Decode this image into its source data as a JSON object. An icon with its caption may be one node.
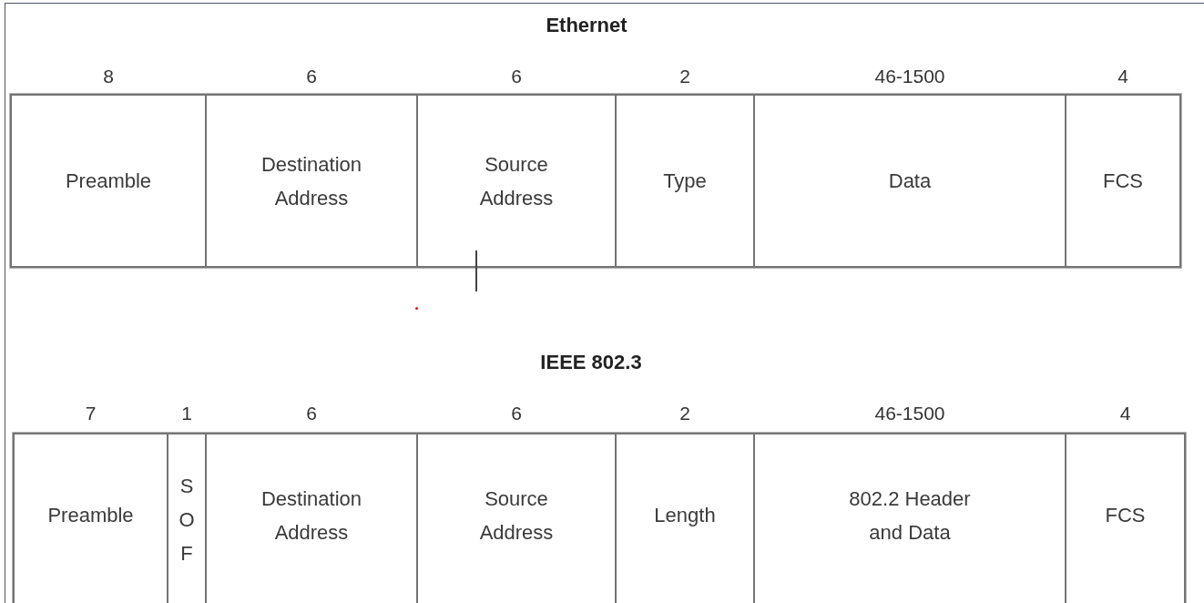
{
  "diagram": {
    "nodes": [
      {
        "text": [
          "Ethernet"
        ]
      },
      {
        "text": [
          "Preamble"
        ],
        "in": 0,
        "beside": [
          "8"
        ]
      },
      {
        "text": [
          "Destination Address"
        ],
        "in": 0,
        "beside": [
          "6"
        ]
      },
      {
        "text": [
          "Source Address"
        ],
        "in": 0,
        "beside": [
          "6"
        ]
      },
      {
        "text": [
          "Type"
        ],
        "in": 0,
        "beside": [
          "2"
        ]
      },
      {
        "text": [
          "Data"
        ],
        "in": 0,
        "beside": [
          "46-1500"
        ]
      },
      {
        "text": [
          "FCS"
        ],
        "in": 0,
        "beside": [
          "4"
        ]
      },
      {
        "text": [
          "IEEE 802.3"
        ]
      },
      {
        "text": [
          "Preamble"
        ],
        "in": 7,
        "beside": [
          "7"
        ]
      },
      {
        "text": [
          "S O F"
        ],
        "in": 7,
        "beside": [
          "1"
        ]
      },
      {
        "text": [
          "Destination Address"
        ],
        "in": 7,
        "beside": [
          "6"
        ]
      },
      {
        "text": [
          "Source Address"
        ],
        "in": 7,
        "beside": [
          "6"
        ]
      },
      {
        "text": [
          "Length"
        ],
        "in": 7,
        "beside": [
          "2"
        ]
      },
      {
        "text": [
          "802.2 Header and Data"
        ],
        "in": 7,
        "beside": [
          "46-1500"
        ]
      },
      {
        "text": [
          "FCS"
        ],
        "in": 7,
        "beside": [
          "4"
        ]
      }
    ]
  }
}
